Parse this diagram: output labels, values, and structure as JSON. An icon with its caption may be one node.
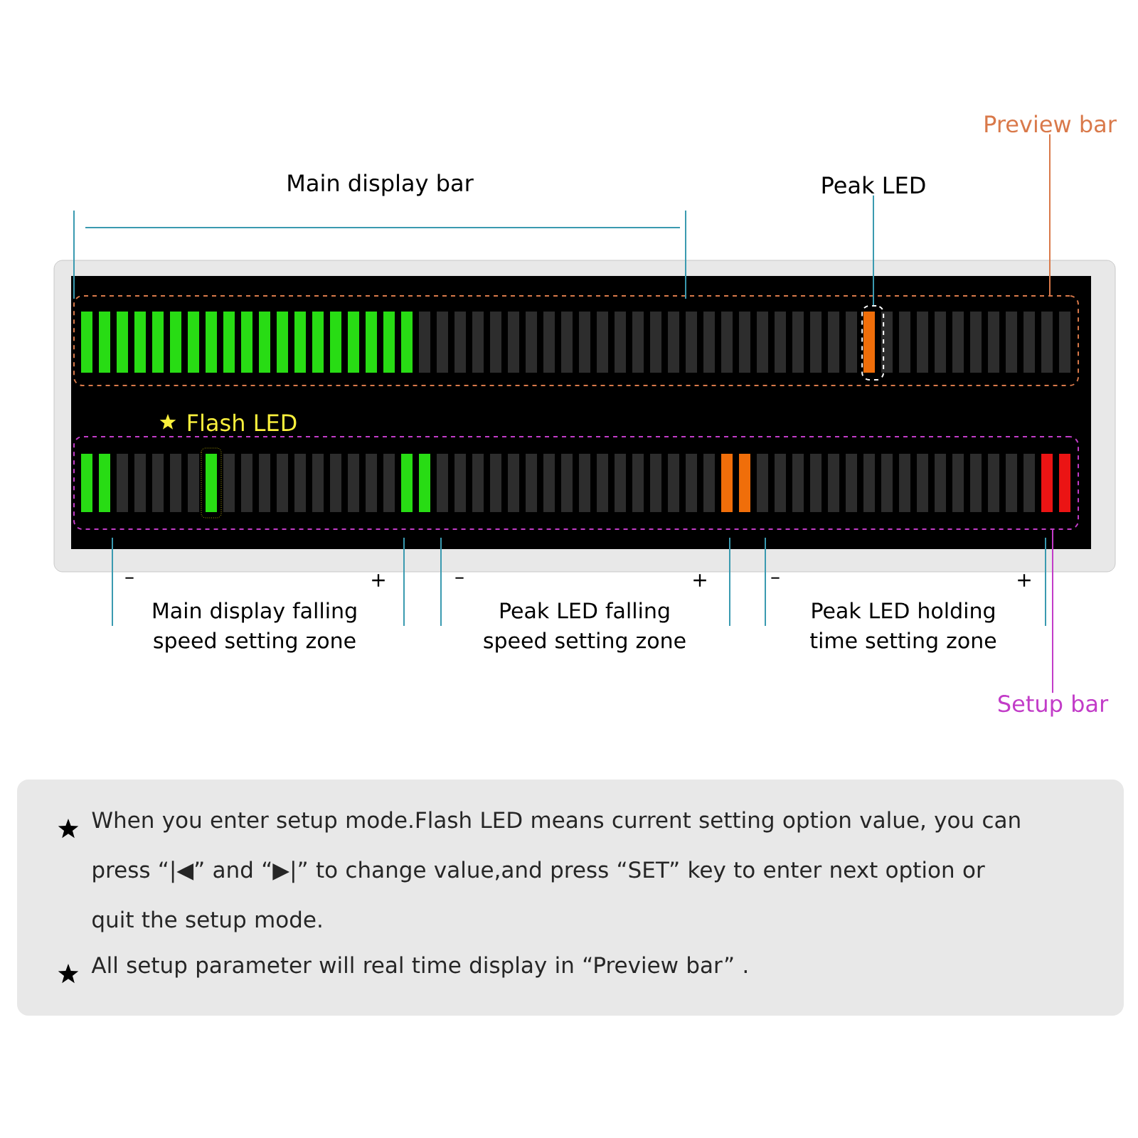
{
  "diagram": {
    "nodes": [
      {
        "text": [
          "Preview bar"
        ]
      },
      {
        "text": [
          "Peak LED"
        ]
      },
      {
        "text": [],
        "shape": "box"
      },
      {
        "text": [],
        "shape": "box",
        "in": 2
      },
      {
        "text": [],
        "shape": "box"
      },
      {
        "text": [
          "Setup bar"
        ]
      }
    ],
    "edges": [
      {
        "from": 0,
        "to": 2,
        "arrow": "none",
        "color": "#d9794a"
      },
      {
        "from": 1,
        "to": 3,
        "arrow": "none",
        "color": "#3a9ab0"
      },
      {
        "from": 5,
        "to": 4,
        "arrow": "none",
        "color": "#c23cc8"
      }
    ],
    "labels": [
      "Main display bar",
      "Flash LED",
      "–",
      "+",
      "Main display falling speed setting zone",
      "–",
      "+",
      "Peak LED falling speed setting zone",
      "–",
      "+",
      "Peak LED holding time setting zone",
      "When you enter setup mode.Flash LED means current setting option value, you can press “|◀” and “▶|” to change value,and press “SET” key to enter next option or quit the setup mode.",
      "All setup parameter will real time display in “Preview bar” ."
    ]
  }
}
